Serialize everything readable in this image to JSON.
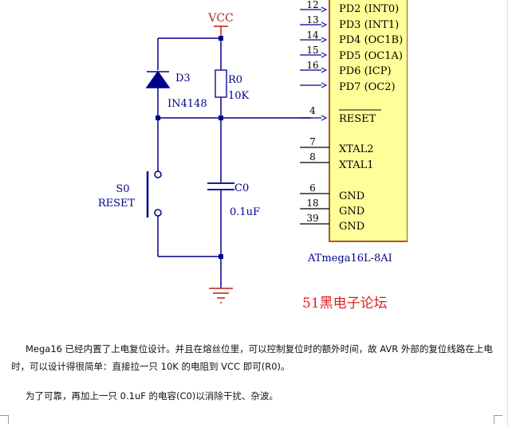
{
  "schematic": {
    "vcc_label": "VCC",
    "diode": {
      "ref": "D3",
      "part": "IN4148"
    },
    "resistor": {
      "ref": "R0",
      "value": "10K"
    },
    "capacitor": {
      "ref": "C0",
      "value": "0.1uF"
    },
    "switch": {
      "ref": "S0",
      "name": "RESET"
    },
    "chip_name": "ATmega16L-8AI",
    "top_pins": [
      {
        "num": "12",
        "label": "PD2 (INT0)"
      },
      {
        "num": "13",
        "label": "PD3 (INT1)"
      },
      {
        "num": "14",
        "label": "PD4 (OC1B)"
      },
      {
        "num": "15",
        "label": "PD5 (OC1A)"
      },
      {
        "num": "16",
        "label": "PD6 (ICP)"
      },
      {
        "num": "",
        "label": "PD7 (OC2)"
      }
    ],
    "pins": [
      {
        "num": "4",
        "label": "RESET"
      },
      {
        "num": "7",
        "label": "XTAL2"
      },
      {
        "num": "8",
        "label": "XTAL1"
      },
      {
        "num": "6",
        "label": "GND"
      },
      {
        "num": "18",
        "label": "GND"
      },
      {
        "num": "39",
        "label": "GND"
      }
    ],
    "watermark": "51黑电子论坛",
    "colors": {
      "wire": "#00008b",
      "component": "#1a1aa0",
      "label_red": "#b22222",
      "chip_fill": "#ffff99",
      "watermark": "#e02020"
    }
  },
  "text": {
    "para1": "Mega16 已经内置了上电复位设计。并且在熔丝位里，可以控制复位时的额外时间，故 AVR 外部的复位线路在上电时，可以设计得很简单：直接拉一只 10K 的电阻到 VCC 即可(R0)。",
    "para2": "为了可靠，再加上一只 0.1uF 的电容(C0)以消除干扰、杂波。"
  }
}
